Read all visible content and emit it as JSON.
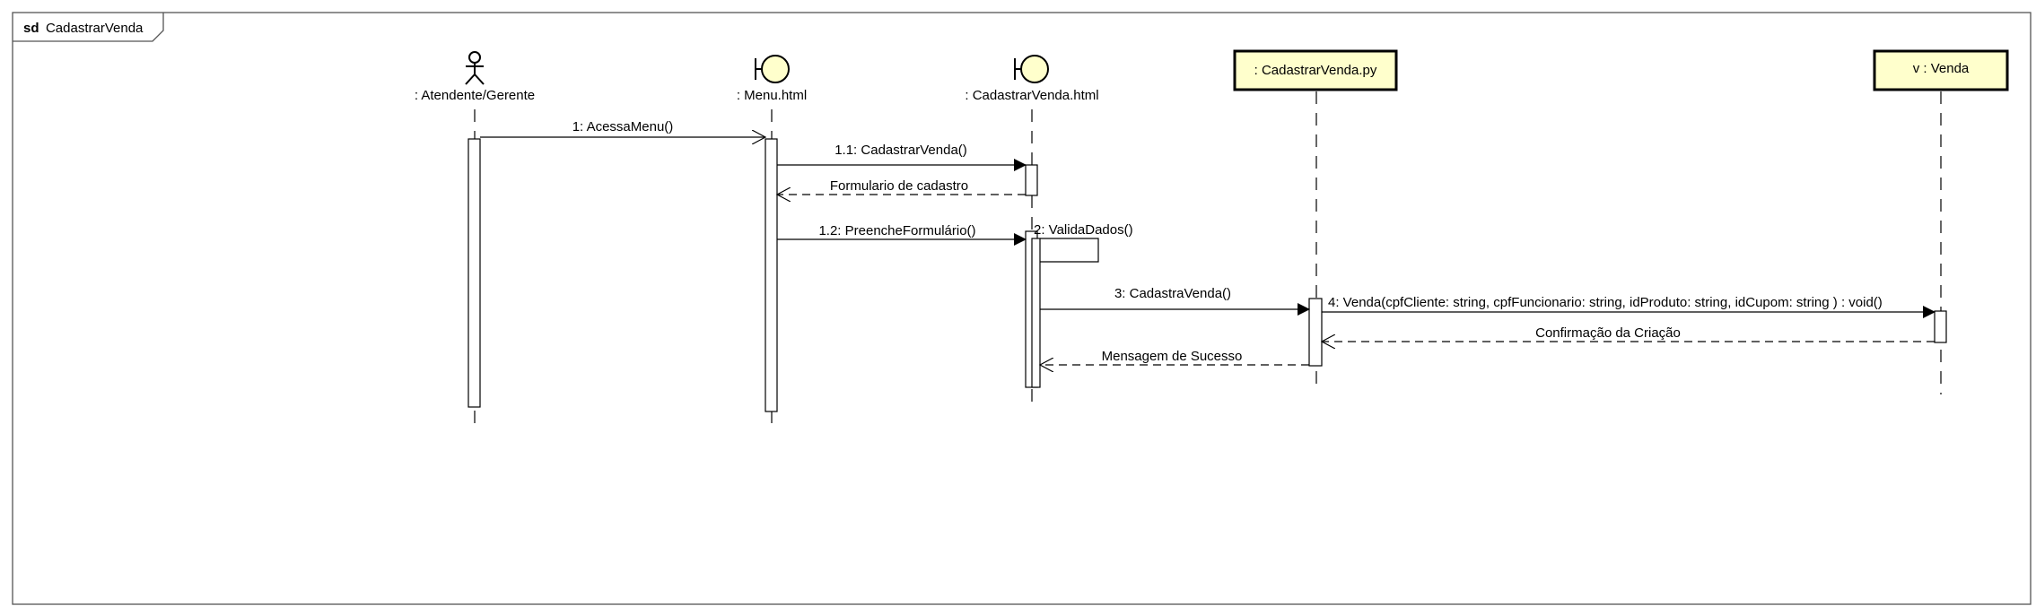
{
  "frame": {
    "keyword": "sd",
    "name": "CadastrarVenda"
  },
  "lifelines": {
    "actor": {
      "label": ": Atendente/Gerente"
    },
    "menu": {
      "label": ": Menu.html"
    },
    "cadastrar_html": {
      "label": ": CadastrarVenda.html"
    },
    "controller": {
      "label": ": CadastrarVenda.py"
    },
    "venda": {
      "label": "v : Venda"
    }
  },
  "messages": {
    "m1": "1: AcessaMenu()",
    "m1_1": "1.1: CadastrarVenda()",
    "r1_1": "Formulario de cadastro",
    "m1_2": "1.2: PreencheFormulário()",
    "m2": "2: ValidaDados()",
    "m3": "3: CadastraVenda()",
    "m4": "4: Venda(cpfCliente: string, cpfFuncionario: string, idProduto: string, idCupom: string ) : void()",
    "r4": "Confirmação da Criação",
    "r3": "Mensagem de Sucesso"
  },
  "colors": {
    "class_fill": "#ffffcc",
    "boundary_fill": "#ffffcc",
    "stroke": "#000000",
    "frame_stroke": "#555555"
  }
}
